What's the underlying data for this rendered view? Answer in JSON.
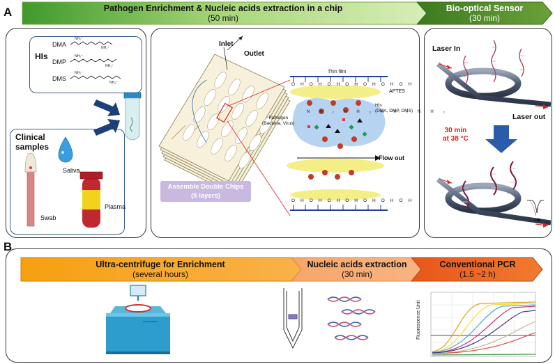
{
  "panel_a": {
    "letter": "A",
    "stage1": {
      "title": "Pathogen Enrichment & Nucleic acids  extraction in a chip",
      "time": "(50 min)"
    },
    "stage2": {
      "title": "Bio-optical  Sensor",
      "time": "(30 min)"
    },
    "his_box": {
      "title": "HIs",
      "items": [
        "DMA",
        "DMP",
        "DMS"
      ]
    },
    "samples_box": {
      "title_line1": "Clinical",
      "title_line2": "samples",
      "saliva": "Saliva",
      "swab": "Swab",
      "plasma": "Plasma"
    },
    "chip": {
      "inlet": "Inlet",
      "outlet": "Outlet",
      "assemble_line1": "Assemble Double Chips",
      "assemble_line2": "(5 layers)",
      "thin_film": "Thin film",
      "aptes": "APTES",
      "his_label_line1": "HIs",
      "his_label_line2": "(DMA, DMP, DMS)",
      "pathogen_line1": "Pathogen",
      "pathogen_line2": "(Bacteria, Virus)",
      "flow_out": "Flow out",
      "oh": "OH",
      "nh2": "NH₂"
    },
    "sensor": {
      "laser_in": "Laser In",
      "laser_out": "Laser out",
      "cond_line1": "30 min",
      "cond_line2": "at 38 °C"
    }
  },
  "panel_b": {
    "letter": "B",
    "stage1": {
      "title": "Ultra-centrifuge  for Enrichment",
      "time": "(several  hours)"
    },
    "stage2": {
      "title": "Nucleic acids  extraction",
      "time": "(30 min)"
    },
    "stage3": {
      "title": "Conventional  PCR",
      "time": "(1.5 ~2 h)"
    },
    "pcr_ylabel": "Fluorescence Unit"
  },
  "colors": {
    "green_light": "#c8e89a",
    "green_dark": "#4e8c2a",
    "orange_1": "#f7a21b",
    "orange_2": "#f5a66a",
    "orange_3": "#ee6a1f",
    "navy_arrow": "#1f3f7a",
    "blue_arrow": "#2a5caa",
    "red_text": "#e0201b"
  }
}
